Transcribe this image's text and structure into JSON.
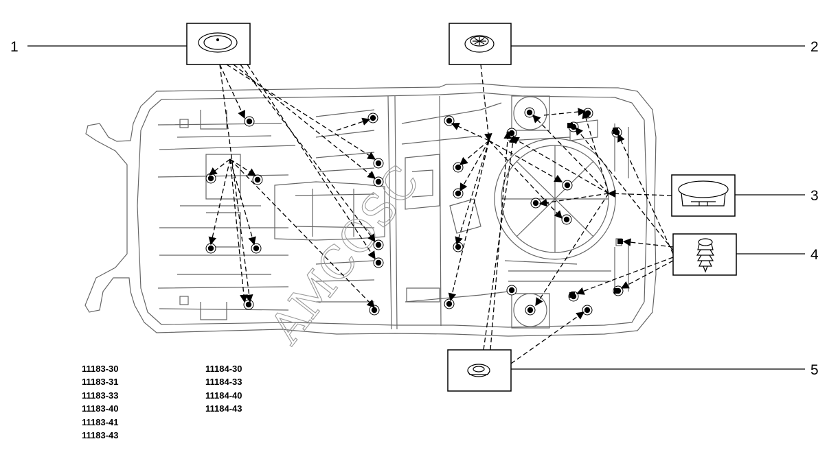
{
  "callouts": [
    {
      "num": "1",
      "part": "round flat plug"
    },
    {
      "num": "2",
      "part": "slotted grommet"
    },
    {
      "num": "3",
      "part": "split-ring cap plug"
    },
    {
      "num": "4",
      "part": "ribbed push clip"
    },
    {
      "num": "5",
      "part": "small rubber grommet"
    }
  ],
  "codes_left": [
    "11183-30",
    "11183-31",
    "11183-33",
    "11183-40",
    "11183-41",
    "11183-43"
  ],
  "codes_right": [
    "11184-30",
    "11184-33",
    "11184-40",
    "11184-43"
  ],
  "watermark": "AMCOSC",
  "colors": {
    "line": "#000000",
    "body_outline": "#6a6a6a",
    "background": "#ffffff"
  }
}
